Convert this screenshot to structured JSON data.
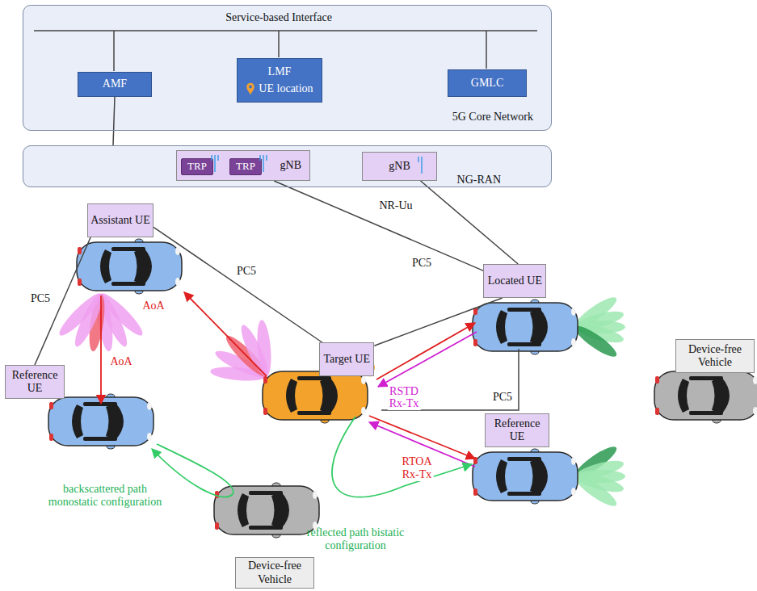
{
  "diagram": {
    "nodes": [
      {
        "text": [
          "5G Core Network"
        ]
      },
      {
        "text": [
          "AMF"
        ],
        "in": 0
      },
      {
        "text": [
          "LMF",
          "UE location"
        ],
        "in": 0
      },
      {
        "text": [
          "GMLC"
        ],
        "in": 0
      },
      {
        "text": [
          "NG-RAN"
        ]
      },
      {
        "text": [
          "gNB"
        ],
        "in": 4
      },
      {
        "text": [
          "TRP"
        ],
        "in": 5
      },
      {
        "text": [
          "TRP"
        ],
        "in": 5
      },
      {
        "text": [
          "gNB"
        ],
        "in": 4
      },
      {
        "text": [
          "Assistant UE"
        ]
      },
      {
        "text": [
          "Reference UE"
        ]
      },
      {
        "text": [
          "Target UE"
        ]
      },
      {
        "text": [
          "Located UE"
        ]
      },
      {
        "text": [
          "Reference UE"
        ]
      },
      {
        "text": [
          "Device-free Vehicle"
        ]
      },
      {
        "text": [
          "Device-free Vehicle"
        ]
      }
    ],
    "edges": [
      {
        "from": 1,
        "to": 4,
        "arrow": "none"
      },
      {
        "from": 5,
        "to": 12,
        "label": "NR-Uu",
        "arrow": "none"
      },
      {
        "from": 8,
        "to": 12,
        "arrow": "none"
      },
      {
        "from": 9,
        "to": 11,
        "label": "PC5",
        "arrow": "none"
      },
      {
        "from": 9,
        "to": 10,
        "label": "PC5",
        "arrow": "none"
      },
      {
        "from": 12,
        "to": 11,
        "label": "PC5",
        "arrow": "none"
      }
    ],
    "labels": [
      "Service-based Interface",
      "AoA",
      "AoA",
      "RSTD",
      "Rx-Tx",
      "PC5",
      "RTOA",
      "Rx-Tx",
      "backscattered path monostatic configuration",
      "reflected path bistatic configuration"
    ]
  }
}
